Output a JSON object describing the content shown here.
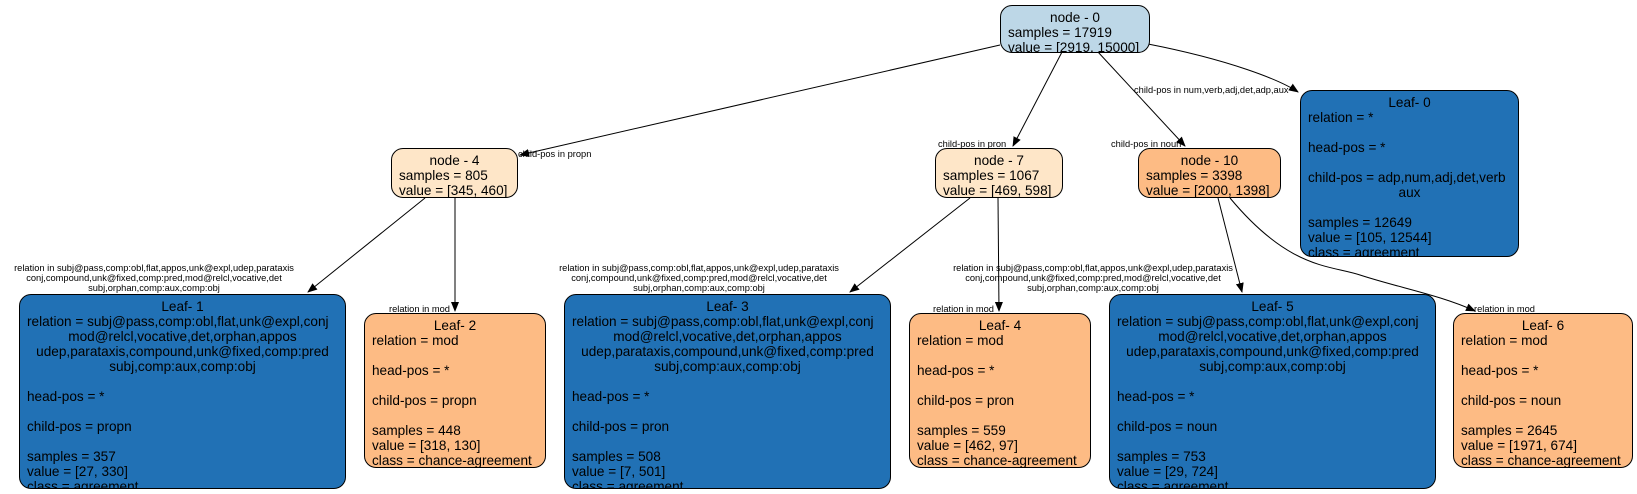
{
  "colors": {
    "root": "#bdd7e7",
    "light_orange": "#fee6c8",
    "orange": "#fdbb84",
    "blue": "#2171b5",
    "edge": "#000000"
  },
  "nodes": {
    "node0": {
      "title": "node - 0",
      "samples": "samples = 17919",
      "value": "value = [2919, 15000]"
    },
    "node4": {
      "title": "node - 4",
      "samples": "samples = 805",
      "value": "value = [345, 460]"
    },
    "node7": {
      "title": "node - 7",
      "samples": "samples = 1067",
      "value": "value = [469, 598]"
    },
    "node10": {
      "title": "node - 10",
      "samples": "samples = 3398",
      "value": "value = [2000, 1398]"
    }
  },
  "leaves": {
    "leaf0": {
      "title": "Leaf- 0",
      "relation": "relation = *",
      "head_pos": "head-pos = *",
      "child_pos_1": "child-pos = adp,num,adj,det,verb",
      "child_pos_2": "aux",
      "samples": "samples = 12649",
      "value": "value = [105, 12544]",
      "class": "class = agreement"
    },
    "leaf1": {
      "title": "Leaf- 1",
      "relation_1": "relation = subj@pass,comp:obl,flat,unk@expl,conj",
      "relation_2": "mod@relcl,vocative,det,orphan,appos",
      "relation_3": "udep,parataxis,compound,unk@fixed,comp:pred",
      "relation_4": "subj,comp:aux,comp:obj",
      "head_pos": "head-pos = *",
      "child_pos": "child-pos = propn",
      "samples": "samples = 357",
      "value": "value = [27, 330]",
      "class": "class = agreement"
    },
    "leaf2": {
      "title": "Leaf- 2",
      "relation": "relation = mod",
      "head_pos": "head-pos = *",
      "child_pos": "child-pos = propn",
      "samples": "samples = 448",
      "value": "value = [318, 130]",
      "class": "class = chance-agreement"
    },
    "leaf3": {
      "title": "Leaf- 3",
      "relation_1": "relation = subj@pass,comp:obl,flat,unk@expl,conj",
      "relation_2": "mod@relcl,vocative,det,orphan,appos",
      "relation_3": "udep,parataxis,compound,unk@fixed,comp:pred",
      "relation_4": "subj,comp:aux,comp:obj",
      "head_pos": "head-pos = *",
      "child_pos": "child-pos = pron",
      "samples": "samples = 508",
      "value": "value = [7, 501]",
      "class": "class = agreement"
    },
    "leaf4": {
      "title": "Leaf- 4",
      "relation": "relation = mod",
      "head_pos": "head-pos = *",
      "child_pos": "child-pos = pron",
      "samples": "samples = 559",
      "value": "value = [462, 97]",
      "class": "class = chance-agreement"
    },
    "leaf5": {
      "title": "Leaf- 5",
      "relation_1": "relation = subj@pass,comp:obl,flat,unk@expl,conj",
      "relation_2": "mod@relcl,vocative,det,orphan,appos",
      "relation_3": "udep,parataxis,compound,unk@fixed,comp:pred",
      "relation_4": "subj,comp:aux,comp:obj",
      "head_pos": "head-pos = *",
      "child_pos": "child-pos = noun",
      "samples": "samples = 753",
      "value": "value = [29, 724]",
      "class": "class = agreement"
    },
    "leaf6": {
      "title": "Leaf- 6",
      "relation": "relation = mod",
      "head_pos": "head-pos = *",
      "child_pos": "child-pos = noun",
      "samples": "samples = 2645",
      "value": "value = [1971, 674]",
      "class": "class = chance-agreement"
    }
  },
  "edge_labels": {
    "e0_4": "child-pos in propn",
    "e0_7": "child-pos in pron",
    "e0_10": "child-pos in noun",
    "e0_leaf0": "child-pos in num,verb,adj,det,adp,aux",
    "e4_leaf1_1": "relation in subj@pass,comp:obl,flat,appos,unk@expl,udep,parataxis",
    "e4_leaf1_2": "conj,compound,unk@fixed,comp:pred,mod@relcl,vocative,det",
    "e4_leaf1_3": "subj,orphan,comp:aux,comp:obj",
    "e4_leaf2": "relation in mod",
    "e7_leaf3_1": "relation in subj@pass,comp:obl,flat,appos,unk@expl,udep,parataxis",
    "e7_leaf3_2": "conj,compound,unk@fixed,comp:pred,mod@relcl,vocative,det",
    "e7_leaf3_3": "subj,orphan,comp:aux,comp:obj",
    "e7_leaf4": "relation in mod",
    "e10_leaf5_1": "relation in subj@pass,comp:obl,flat,appos,unk@expl,udep,parataxis",
    "e10_leaf5_2": "conj,compound,unk@fixed,comp:pred,mod@relcl,vocative,det",
    "e10_leaf5_3": "subj,orphan,comp:aux,comp:obj",
    "e10_leaf6": "relation in mod"
  }
}
